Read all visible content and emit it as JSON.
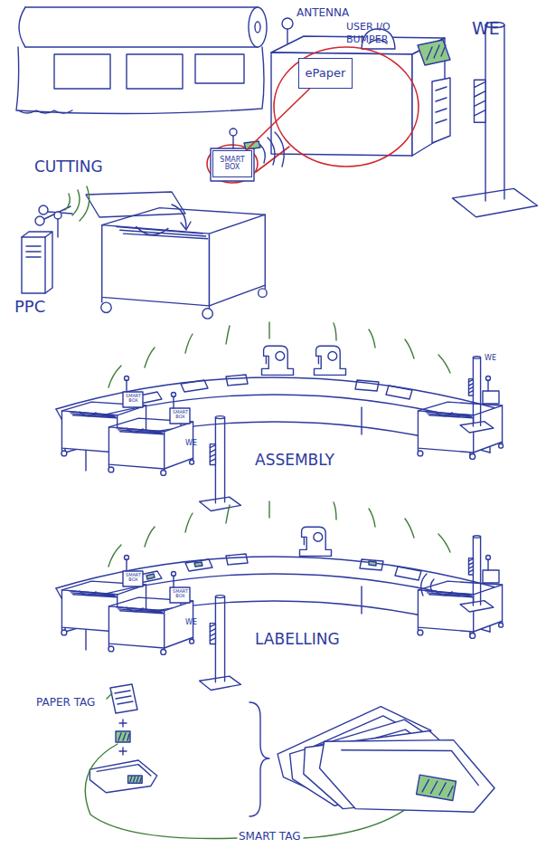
{
  "diagram": {
    "nodes": [
      {
        "text": [
          "ePaper"
        ]
      },
      {
        "text": [
          "SMART BOX"
        ]
      }
    ],
    "edges": [
      {
        "from": 1,
        "to": 0,
        "arrow": "none"
      }
    ],
    "labels": [
      "ANTENNA",
      "USER I/O",
      "BUMPER",
      "WE",
      "CUTTING",
      "PPC",
      "SMART BOX",
      "SMART BOX",
      "WE",
      "WE",
      "ASSEMBLY",
      "SMART BOX",
      "SMART BOX",
      "WE",
      "LABELLING",
      "PAPER TAG",
      "SMART TAG"
    ]
  }
}
